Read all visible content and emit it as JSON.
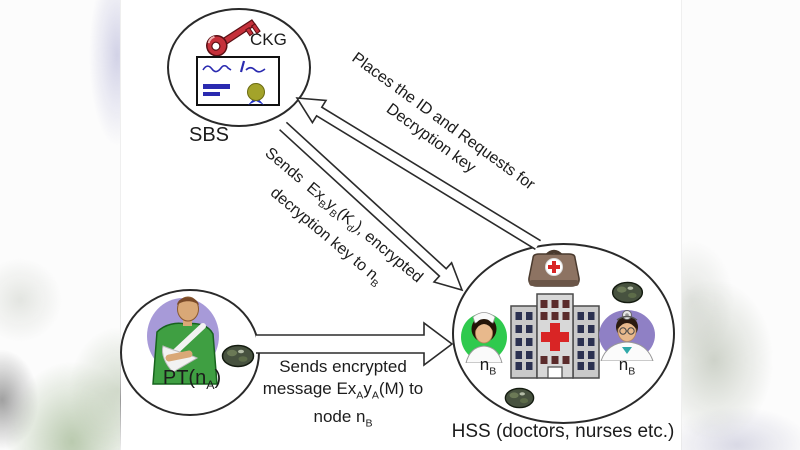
{
  "sbs": {
    "label": "SBS",
    "ckg_label": "CKG"
  },
  "pt": {
    "label_parts": [
      {
        "t": "PT(n"
      },
      {
        "t": "A",
        "sub": true
      },
      {
        "t": ")"
      }
    ]
  },
  "hss": {
    "caption": "HSS (doctors, nurses etc.)",
    "nurse_label": [
      {
        "t": "n"
      },
      {
        "t": "B",
        "sub": true
      }
    ],
    "doctor_label": [
      {
        "t": "n"
      },
      {
        "t": "B",
        "sub": true
      }
    ]
  },
  "arrows": {
    "request": {
      "line1": "Places the ID and Requests for",
      "line2": "Decryption key"
    },
    "send_key": {
      "line1_parts": [
        {
          "t": "Sends  Ex"
        },
        {
          "t": "B",
          "sub": true
        },
        {
          "t": "y"
        },
        {
          "t": "B",
          "sub": true
        },
        {
          "t": "(K"
        },
        {
          "t": "d",
          "sub": true
        },
        {
          "t": "), encrypted"
        }
      ],
      "line2_parts": [
        {
          "t": "decryption key to n"
        },
        {
          "t": "B",
          "sub": true
        }
      ]
    },
    "send_message": {
      "line1": "Sends encrypted",
      "line2_parts": [
        {
          "t": "message Ex"
        },
        {
          "t": "A",
          "sub": true
        },
        {
          "t": "y"
        },
        {
          "t": "A",
          "sub": true
        },
        {
          "t": "(M) to"
        }
      ],
      "line3_parts": [
        {
          "t": "node n"
        },
        {
          "t": "B",
          "sub": true
        }
      ]
    }
  },
  "icons": {
    "key-icon": "red key of the CKG",
    "certificate-icon": "signed certificate with seal",
    "patient-icon": "patient with arm in sling",
    "sensor-icon": "body sensor node",
    "medical-bag-icon": "doctor bag with red cross",
    "hospital-icon": "hospital building with red cross",
    "nurse-icon": "nurse",
    "doctor-icon": "doctor with head mirror"
  },
  "colors": {
    "key_red": "#c5303a",
    "ink_blue": "#2a2ab0",
    "seal_olive": "#a3a32a",
    "ribbon_blue": "#2233cc",
    "cross_red": "#d92525",
    "patient_purple": "#a79ad8",
    "shirt_green": "#3f9f42",
    "nurse_green": "#2fca4e",
    "doctor_purple": "#8f80c5",
    "bag_brown": "#8d7362",
    "sensor_green": "#47523f",
    "arrow_outline": "#2b2b2b"
  }
}
